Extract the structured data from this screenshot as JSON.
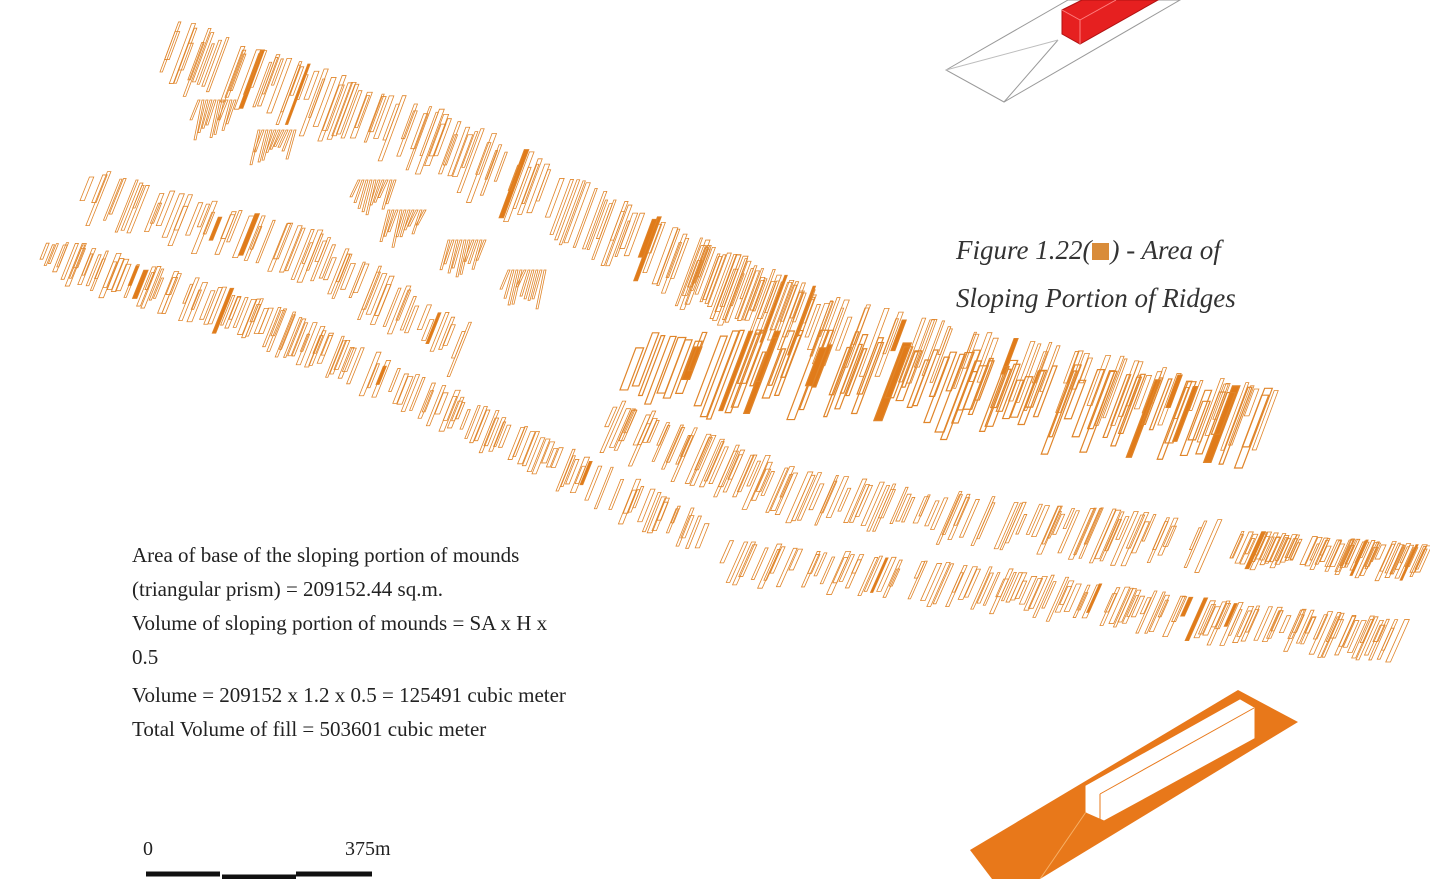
{
  "caption": {
    "line1_prefix": "Figure 1.22(",
    "line1_suffix": ") - Area of",
    "line2": "Sloping Portion of  Ridges",
    "swatch_color": "#d98c3a"
  },
  "calculation": {
    "lines": [
      "Area of base of the sloping portion of mounds",
      "(triangular prism) = 209152.44 sq.m.",
      "Volume of sloping portion of mounds = SA x H x",
      "0.5",
      "Volume = 209152 x 1.2 x 0.5 = 125491 cubic meter",
      "Total Volume of fill = 503601 cubic meter"
    ]
  },
  "scale_bar": {
    "start_label": "0",
    "end_label": "375m"
  },
  "colors": {
    "ridge_stroke": "#e0852a",
    "ridge_fill": "#e07b1a",
    "prism_top": "#e62020",
    "prism_base": "#e8781a"
  },
  "icons": [
    "red-prism-isometric",
    "orange-slab-isometric"
  ]
}
